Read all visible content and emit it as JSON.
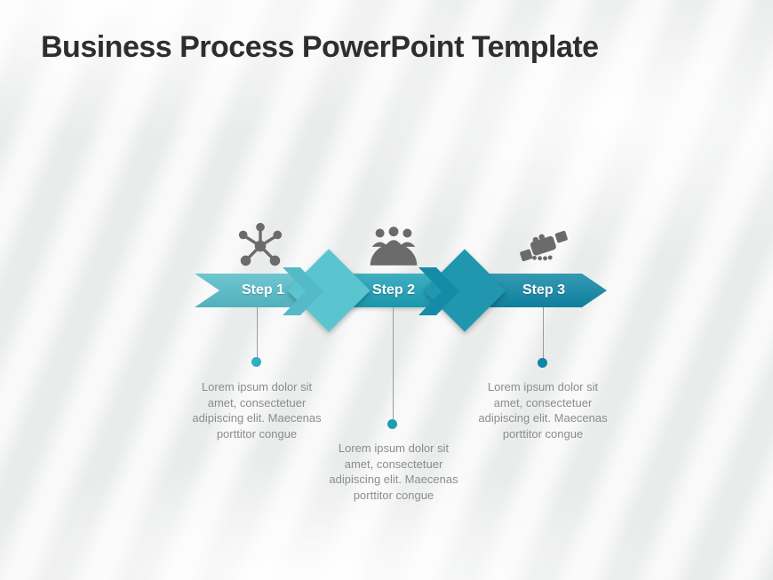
{
  "slide": {
    "title": "Business Process PowerPoint Template"
  },
  "colors": {
    "title_color": "#2e2e2e",
    "accent_light": "#54bac7",
    "accent_light_diamond": "#5ac5d1",
    "accent_mid": "#1b9fb5",
    "accent_mid_diamond": "#2097ae",
    "accent_mid_chevron": "#168ba7",
    "accent_dark": "#0f86a5",
    "icon_gray": "#6b6b6b",
    "connector_gray": "#9a9a9a",
    "body_text": "#8c8c8c",
    "dot1": "#2fadc3",
    "dot2": "#1b9fb5",
    "dot3": "#0f86a5"
  },
  "steps": [
    {
      "label": "Step 1",
      "icon": "network-icon",
      "desc_lines": [
        "Lorem ipsum dolor sit",
        "amet, consectetuer",
        "adipiscing elit. Maecenas",
        "porttitor  congue"
      ]
    },
    {
      "label": "Step 2",
      "icon": "meeting-icon",
      "desc_lines": [
        "Lorem ipsum dolor sit",
        "amet, consectetuer",
        "adipiscing elit. Maecenas",
        "porttitor  congue"
      ]
    },
    {
      "label": "Step 3",
      "icon": "handshake-icon",
      "desc_lines": [
        "Lorem ipsum dolor sit",
        "amet, consectetuer",
        "adipiscing elit. Maecenas",
        "porttitor  congue"
      ]
    }
  ]
}
